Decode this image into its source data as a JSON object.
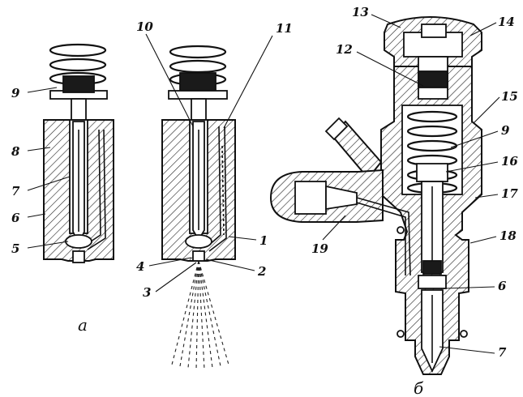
{
  "labels": {
    "a": {
      "l9": "9",
      "l8": "8",
      "l7": "7",
      "l6": "6",
      "l5": "5"
    },
    "b": {
      "l10": "10",
      "l11": "11",
      "l1": "1",
      "l2": "2",
      "l3": "3",
      "l4": "4"
    },
    "c": {
      "l13": "13",
      "l14": "14",
      "l12": "12",
      "l15": "15",
      "l9": "9",
      "l16": "16",
      "l17": "17",
      "l19": "19",
      "l18": "18",
      "l6": "6",
      "l7": "7"
    }
  },
  "captions": {
    "a": "а",
    "b": "б"
  }
}
